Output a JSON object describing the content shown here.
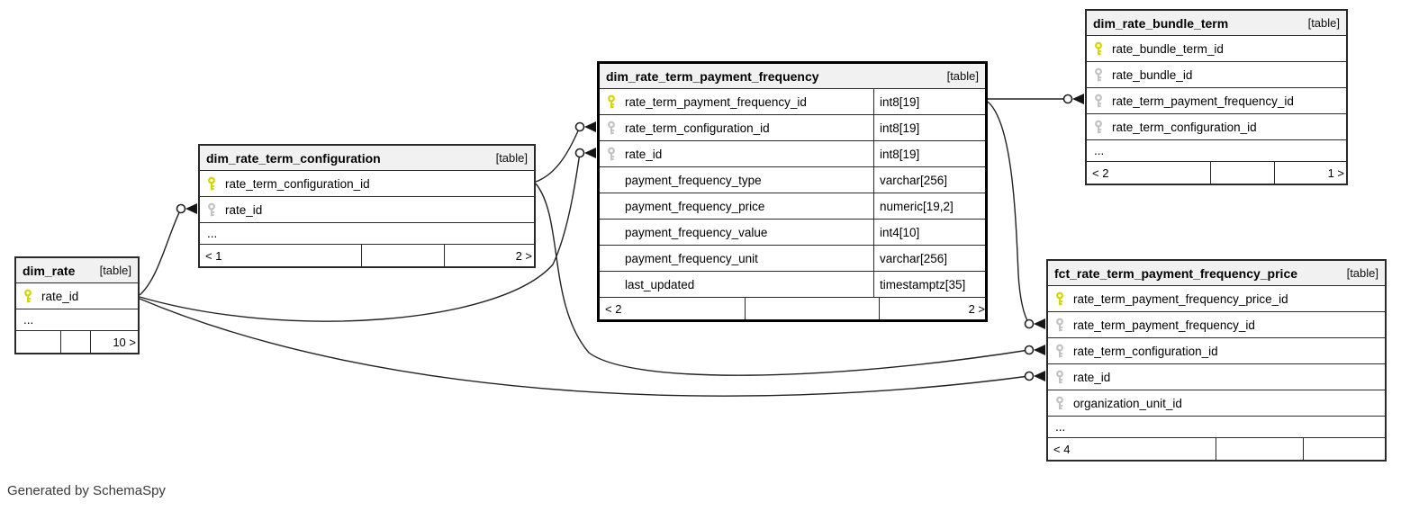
{
  "credit": "Generated by SchemaSpy",
  "colors": {
    "primary_key": "#d6d600",
    "foreign_key": "#c3c3c3",
    "header_bg": "#f1f1f1",
    "border": "#2a2a2a"
  },
  "tables": [
    {
      "name": "dim_rate",
      "tag": "[table]",
      "columns": [
        {
          "key": "pk",
          "name": "rate_id",
          "type": ""
        }
      ],
      "more": "...",
      "footer": {
        "left": "",
        "mid": "",
        "right": "10 >"
      }
    },
    {
      "name": "dim_rate_term_configuration",
      "tag": "[table]",
      "columns": [
        {
          "key": "pk",
          "name": "rate_term_configuration_id",
          "type": ""
        },
        {
          "key": "fk",
          "name": "rate_id",
          "type": ""
        }
      ],
      "more": "...",
      "footer": {
        "left": "< 1",
        "mid": "",
        "right": "2 >"
      }
    },
    {
      "name": "dim_rate_term_payment_frequency",
      "tag": "[table]",
      "columns": [
        {
          "key": "pk",
          "name": "rate_term_payment_frequency_id",
          "type": "int8[19]"
        },
        {
          "key": "fk",
          "name": "rate_term_configuration_id",
          "type": "int8[19]"
        },
        {
          "key": "fk",
          "name": "rate_id",
          "type": "int8[19]"
        },
        {
          "key": "none",
          "name": "payment_frequency_type",
          "type": "varchar[256]"
        },
        {
          "key": "none",
          "name": "payment_frequency_price",
          "type": "numeric[19,2]"
        },
        {
          "key": "none",
          "name": "payment_frequency_value",
          "type": "int4[10]"
        },
        {
          "key": "none",
          "name": "payment_frequency_unit",
          "type": "varchar[256]"
        },
        {
          "key": "none",
          "name": "last_updated",
          "type": "timestamptz[35]"
        }
      ],
      "more": "",
      "footer": {
        "left": "< 2",
        "mid": "",
        "right": "2 >"
      }
    },
    {
      "name": "dim_rate_bundle_term",
      "tag": "[table]",
      "columns": [
        {
          "key": "pk",
          "name": "rate_bundle_term_id",
          "type": ""
        },
        {
          "key": "fk",
          "name": "rate_bundle_id",
          "type": ""
        },
        {
          "key": "fk",
          "name": "rate_term_payment_frequency_id",
          "type": ""
        },
        {
          "key": "fk",
          "name": "rate_term_configuration_id",
          "type": ""
        }
      ],
      "more": "...",
      "footer": {
        "left": "< 2",
        "mid": "",
        "right": "1 >"
      }
    },
    {
      "name": "fct_rate_term_payment_frequency_price",
      "tag": "[table]",
      "columns": [
        {
          "key": "pk",
          "name": "rate_term_payment_frequency_price_id",
          "type": ""
        },
        {
          "key": "fk",
          "name": "rate_term_payment_frequency_id",
          "type": ""
        },
        {
          "key": "fk",
          "name": "rate_term_configuration_id",
          "type": ""
        },
        {
          "key": "fk",
          "name": "rate_id",
          "type": ""
        },
        {
          "key": "fk",
          "name": "organization_unit_id",
          "type": ""
        }
      ],
      "more": "...",
      "footer": {
        "left": "< 4",
        "mid": "",
        "right": ""
      }
    }
  ],
  "relationships": [
    {
      "from": "dim_rate.rate_id",
      "to": "dim_rate_term_configuration.rate_id"
    },
    {
      "from": "dim_rate.rate_id",
      "to": "dim_rate_term_payment_frequency.rate_id"
    },
    {
      "from": "dim_rate.rate_id",
      "to": "fct_rate_term_payment_frequency_price.rate_id"
    },
    {
      "from": "dim_rate_term_configuration.rate_term_configuration_id",
      "to": "dim_rate_term_payment_frequency.rate_term_configuration_id"
    },
    {
      "from": "dim_rate_term_configuration.rate_term_configuration_id",
      "to": "fct_rate_term_payment_frequency_price.rate_term_configuration_id"
    },
    {
      "from": "dim_rate_term_payment_frequency.rate_term_payment_frequency_id",
      "to": "dim_rate_bundle_term.rate_term_payment_frequency_id"
    },
    {
      "from": "dim_rate_term_payment_frequency.rate_term_payment_frequency_id",
      "to": "fct_rate_term_payment_frequency_price.rate_term_payment_frequency_id"
    }
  ]
}
